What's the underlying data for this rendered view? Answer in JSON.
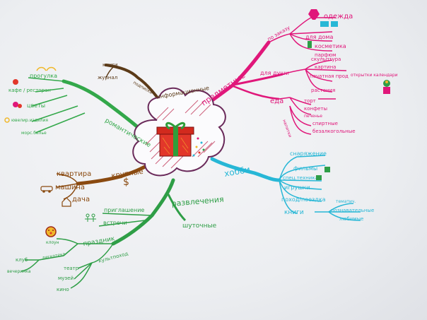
{
  "colors": {
    "presents": "#e0177a",
    "hobby": "#27b7d6",
    "fun": "#2e9e46",
    "romantic": "#33a84a",
    "info": "#5b3a18",
    "big": "#8a4a10",
    "gift_box": "#e2372a",
    "gift_bow": "#2f9e3a",
    "center_outline": "#6a2a5a"
  },
  "branches": {
    "presents": {
      "title": "предметные",
      "by_order": "по заказу",
      "clothes": "одежда",
      "for_home": "для дома",
      "cosmetics": "косметика",
      "perfume": "парфюм",
      "for_soul": "для души",
      "food": "еда",
      "sculpture": "скульптура",
      "painting": "картина",
      "printed": "печатная прод",
      "postcards": "открытки календари",
      "plants": "растения",
      "cake": "торт",
      "sweets": "конфеты",
      "cookies": "печенье",
      "drinks": "напитки",
      "alcohol": "спиртные",
      "non_alcohol": "безалкогольные"
    },
    "hobby": {
      "title": "хобби",
      "equipment": "снаряжение",
      "library": "фильмы",
      "tech": "спец.техника",
      "toys": "игрушки",
      "trip": "поход/поездка",
      "books": "книги",
      "thematic": "тематич.",
      "educational": "познавательные",
      "favorite": "любимые"
    },
    "fun": {
      "title": "развлечения",
      "invitation": "приглашение",
      "meetings": "встречи",
      "joke": "шуточные",
      "holiday": "праздник",
      "clown": "клоун",
      "campaign": "культпоход",
      "disco": "дискотека",
      "club": "клуб",
      "party": "вечеринка",
      "theatre": "театр",
      "museum": "музей",
      "cinema": "кино"
    },
    "romantic": {
      "title": "романтические",
      "walk": "прогулка",
      "cafe": "кафе / ресторан",
      "flowers": "цветы",
      "jewelry": "ювелир.изделия",
      "sea": "морс.белье"
    },
    "info": {
      "title": "информационные",
      "books": "книги",
      "magazine": "журнал",
      "subscription": "подписка"
    },
    "big": {
      "title": "крупные",
      "apartment": "квартира",
      "car": "машина",
      "dacha": "дача"
    }
  },
  "icons": [
    "gift-icon",
    "dress-icon",
    "sun-icon",
    "car-icon",
    "house-icon",
    "clown-face-icon",
    "stick-figures-icon",
    "dollar-icon",
    "flower-pot-icon"
  ]
}
